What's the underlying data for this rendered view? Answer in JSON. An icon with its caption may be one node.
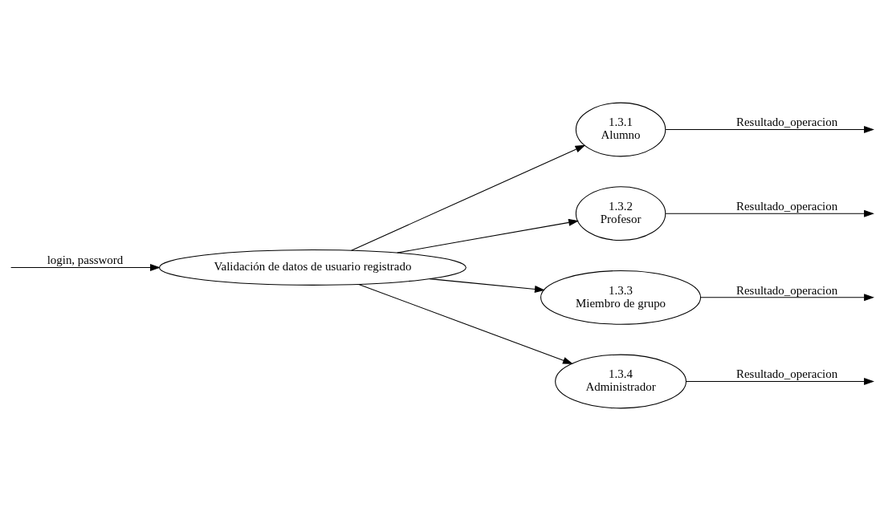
{
  "diagram": {
    "nodes": [
      {
        "text": [
          "Validación de datos de usuario registrado"
        ]
      },
      {
        "text": [
          "1.3.1",
          "Alumno"
        ]
      },
      {
        "text": [
          "1.3.2",
          "Profesor"
        ]
      },
      {
        "text": [
          "1.3.3",
          "Miembro de grupo"
        ]
      },
      {
        "text": [
          "1.3.4",
          "Administrador"
        ]
      }
    ],
    "edges": [
      {
        "from": null,
        "to": 0,
        "arrow": "to",
        "label": "login, password"
      },
      {
        "from": 0,
        "to": 1,
        "arrow": "to"
      },
      {
        "from": 0,
        "to": 2,
        "arrow": "to"
      },
      {
        "from": 0,
        "to": 3,
        "arrow": "to"
      },
      {
        "from": 0,
        "to": 4,
        "arrow": "to"
      },
      {
        "from": 1,
        "to": null,
        "arrow": "to",
        "label": "Resultado_operacion"
      },
      {
        "from": 2,
        "to": null,
        "arrow": "to",
        "label": "Resultado_operacion"
      },
      {
        "from": 3,
        "to": null,
        "arrow": "to",
        "label": "Resultado_operacion"
      },
      {
        "from": 4,
        "to": null,
        "arrow": "to",
        "label": "Resultado_operacion"
      }
    ]
  }
}
